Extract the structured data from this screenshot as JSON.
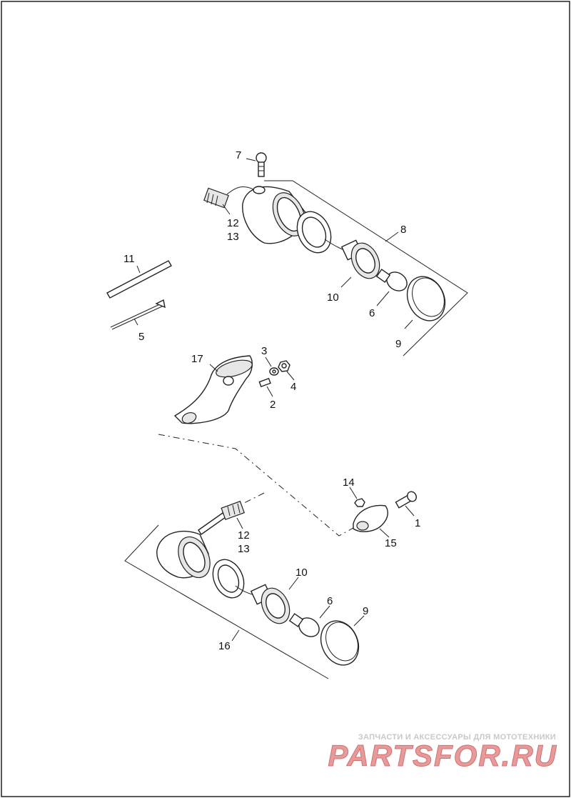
{
  "diagram": {
    "callouts": {
      "c1": "1",
      "c2": "2",
      "c3": "3",
      "c4": "4",
      "c5": "5",
      "c6a": "6",
      "c6b": "6",
      "c7": "7",
      "c8": "8",
      "c9a": "9",
      "c9b": "9",
      "c10a": "10",
      "c10b": "10",
      "c11": "11",
      "c12a": "12",
      "c12b": "12",
      "c13a": "13",
      "c13b": "13",
      "c14": "14",
      "c15": "15",
      "c16": "16",
      "c17": "17"
    }
  },
  "watermark": {
    "tagline": "ЗАПЧАСТИ И АКСЕССУАРЫ ДЛЯ МОТОТЕХНИКИ",
    "brand": "PARTSFOR.RU",
    "brand_color": "#e79a9a"
  }
}
